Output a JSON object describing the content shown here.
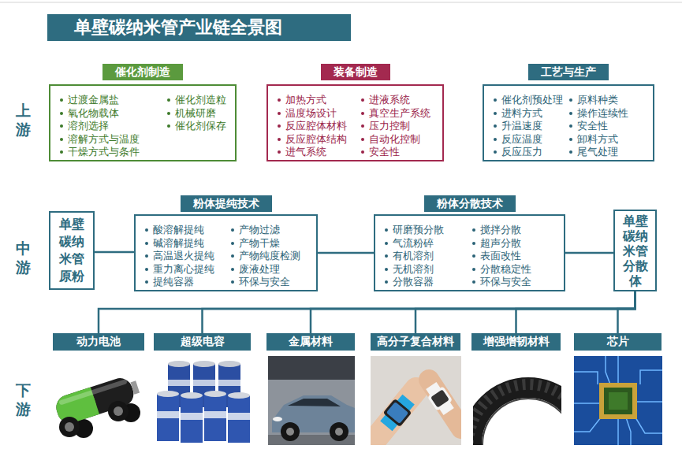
{
  "diagram": {
    "title": "单壁碳纳米管产业链全景图",
    "nodes": [
      {
        "text": [
          "催化剂制造",
          "过渡金属盐",
          "氧化物载体",
          "溶剂选择",
          "溶解方式与温度",
          "干燥方式与条件",
          "催化剂造粒",
          "机械研磨",
          "催化剂保存"
        ]
      },
      {
        "text": [
          "装备制造",
          "加热方式",
          "温度场设计",
          "反应腔体材料",
          "反应腔体结构",
          "进气系统",
          "进液系统",
          "真空生产系统",
          "压力控制",
          "自动化控制",
          "安全性"
        ]
      },
      {
        "text": [
          "工艺与生产",
          "催化剂预处理",
          "进料方式",
          "升温速度",
          "反应温度",
          "反应压力",
          "原料种类",
          "操作连续性",
          "安全性",
          "卸料方式",
          "尾气处理"
        ]
      },
      {
        "text": [
          "单壁碳纳米管原粉"
        ]
      },
      {
        "text": [
          "粉体提纯技术",
          "酸溶解提纯",
          "碱溶解提纯",
          "高温退火提纯",
          "重力离心提纯",
          "提纯容器",
          "产物过滤",
          "产物干燥",
          "产物纯度检测",
          "废液处理",
          "环保与安全"
        ]
      },
      {
        "text": [
          "粉体分散技术",
          "研磨预分散",
          "气流粉碎",
          "有机溶剂",
          "无机溶剂",
          "分散容器",
          "搅拌分散",
          "超声分散",
          "表面改性",
          "分散稳定性",
          "环保与安全"
        ]
      },
      {
        "text": [
          "单壁碳纳米管分散体"
        ]
      },
      {
        "text": [
          "动力电池"
        ]
      },
      {
        "text": [
          "超级电容"
        ]
      },
      {
        "text": [
          "金属材料"
        ]
      },
      {
        "text": [
          "高分子复合材料"
        ]
      },
      {
        "text": [
          "增强增韧材料"
        ]
      },
      {
        "text": [
          "芯片"
        ]
      }
    ],
    "edges": [
      {
        "from": 3,
        "to": 4,
        "arrow": "none"
      },
      {
        "from": 4,
        "to": 5,
        "arrow": "none"
      },
      {
        "from": 5,
        "to": 6,
        "arrow": "none"
      },
      {
        "from": 6,
        "to": 7,
        "arrow": "none"
      },
      {
        "from": 6,
        "to": 8,
        "arrow": "none"
      },
      {
        "from": 6,
        "to": 9,
        "arrow": "none"
      },
      {
        "from": 6,
        "to": 10,
        "arrow": "none"
      },
      {
        "from": 6,
        "to": 11,
        "arrow": "none"
      },
      {
        "from": 6,
        "to": 12,
        "arrow": "none"
      }
    ],
    "labels": [
      "上游",
      "中游",
      "下游"
    ]
  }
}
